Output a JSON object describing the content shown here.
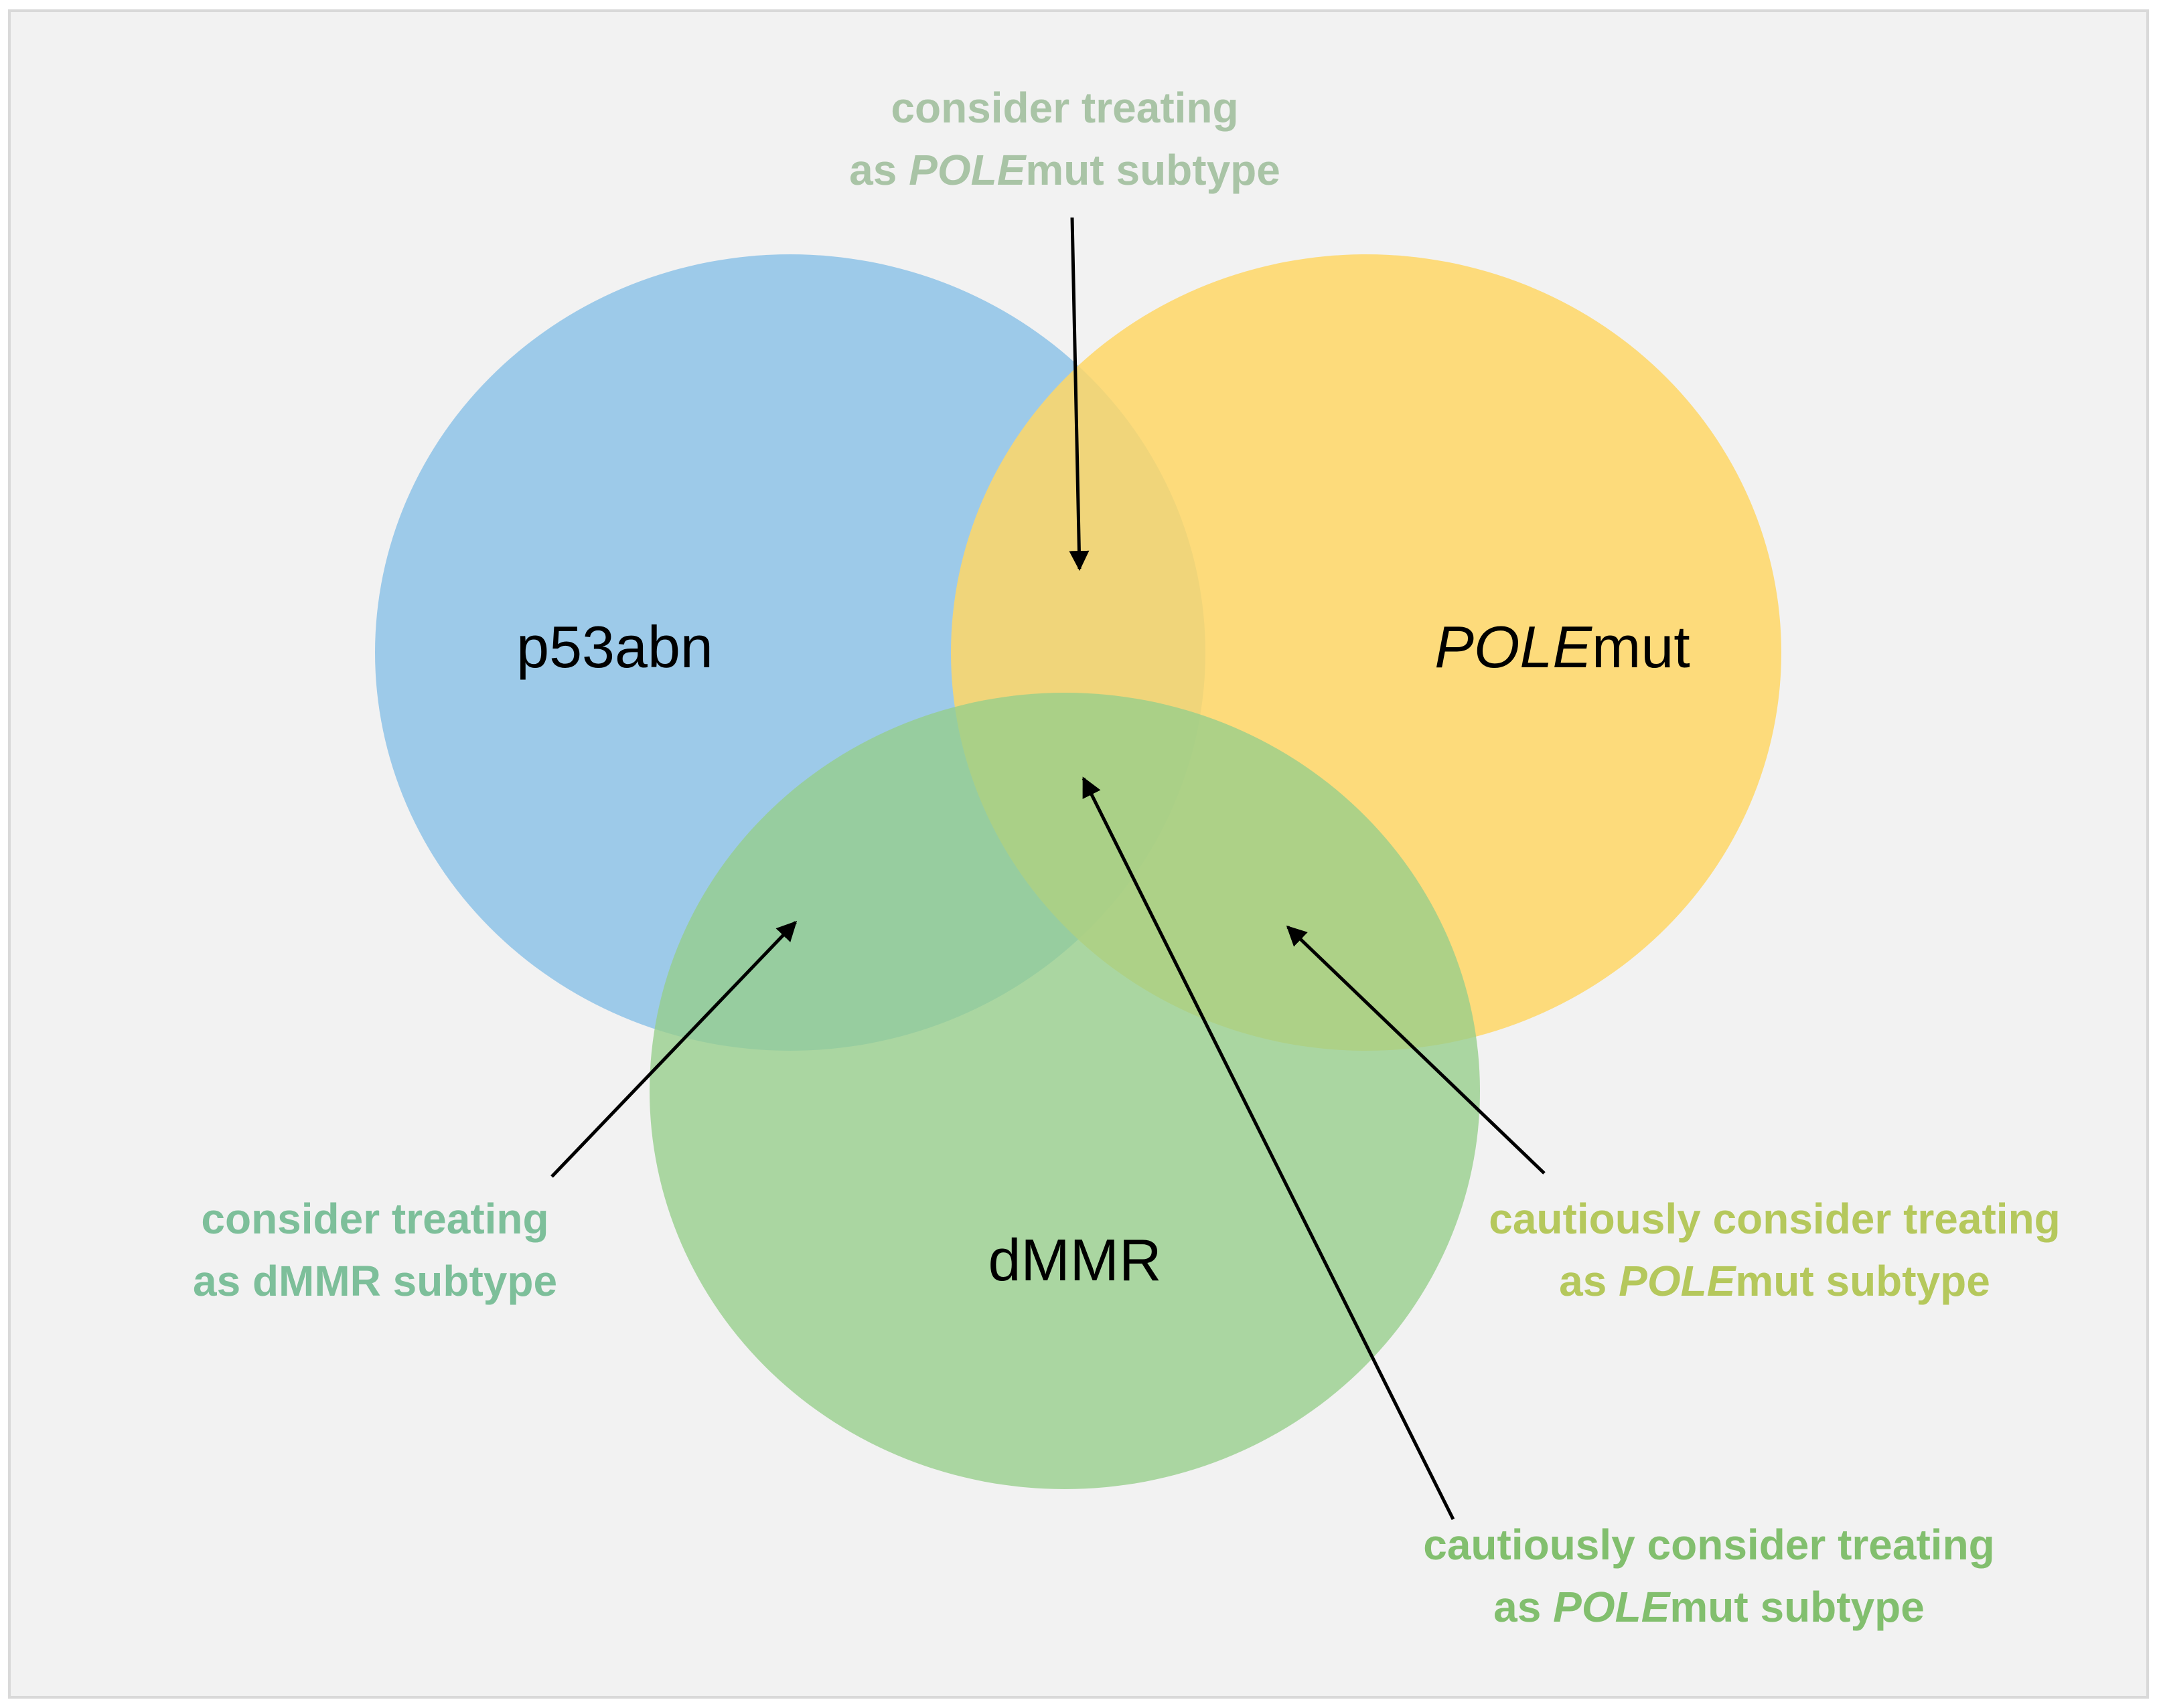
{
  "sets": {
    "p53": {
      "label": "p53abn",
      "color": "#8EC3E8"
    },
    "pole": {
      "label_italic": "POLE",
      "label_rest": "mut",
      "color": "#FFD766"
    },
    "dmmr": {
      "label": "dMMR",
      "color": "#96CE8A"
    }
  },
  "annotations": {
    "top": {
      "color": "#A9C4A6",
      "line1": "consider treating",
      "line2_pre": "as ",
      "line2_italic": "POLE",
      "line2_post": "mut subtype"
    },
    "left": {
      "color": "#7DBF9A",
      "line1": "consider treating",
      "line2": "as dMMR subtype"
    },
    "right": {
      "color": "#B5C85C",
      "line1": "cautiously consider treating",
      "line2_pre": "as ",
      "line2_italic": "POLE",
      "line2_post": "mut subtype"
    },
    "bottom": {
      "color": "#82BF6E",
      "line1": "cautiously consider treating",
      "line2_pre": "as ",
      "line2_italic": "POLE",
      "line2_post": "mut subtype"
    }
  },
  "colors": {
    "background": "#F2F2F2",
    "frame_border": "#D9D9D9",
    "arrow": "#000000"
  }
}
